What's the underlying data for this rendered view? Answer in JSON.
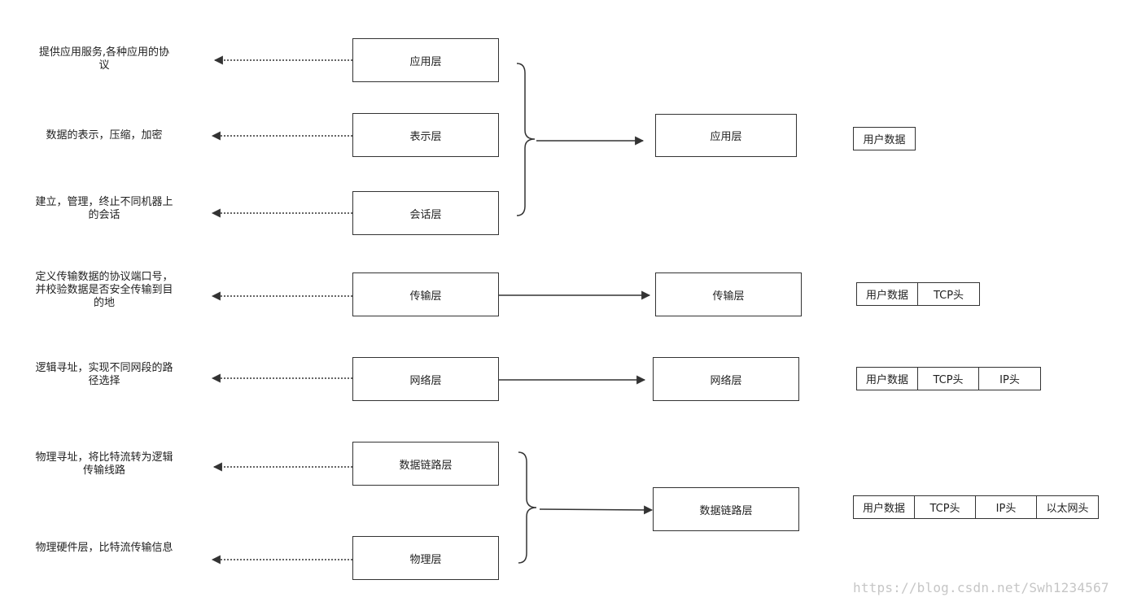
{
  "osi": {
    "descriptions": [
      "提供应用服务,各种应用的协议",
      "数据的表示，压缩，加密",
      "建立，管理，终止不同机器上的会话",
      "定义传输数据的协议端口号，并校验数据是否安全传输到目的地",
      "逻辑寻址，实现不同网段的路径选择",
      "物理寻址，将比特流转为逻辑传输线路",
      "物理硬件层，比特流传输信息"
    ],
    "layers": [
      "应用层",
      "表示层",
      "会话层",
      "传输层",
      "网络层",
      "数据链路层",
      "物理层"
    ]
  },
  "tcpip": {
    "layers": [
      "应用层",
      "传输层",
      "网络层",
      "数据链路层"
    ]
  },
  "encapsulation": {
    "rows": [
      [
        "用户数据"
      ],
      [
        "用户数据",
        "TCP头"
      ],
      [
        "用户数据",
        "TCP头",
        "IP头"
      ],
      [
        "用户数据",
        "TCP头",
        "IP头",
        "以太网头"
      ]
    ]
  },
  "watermark": "https://blog.csdn.net/Swh1234567"
}
